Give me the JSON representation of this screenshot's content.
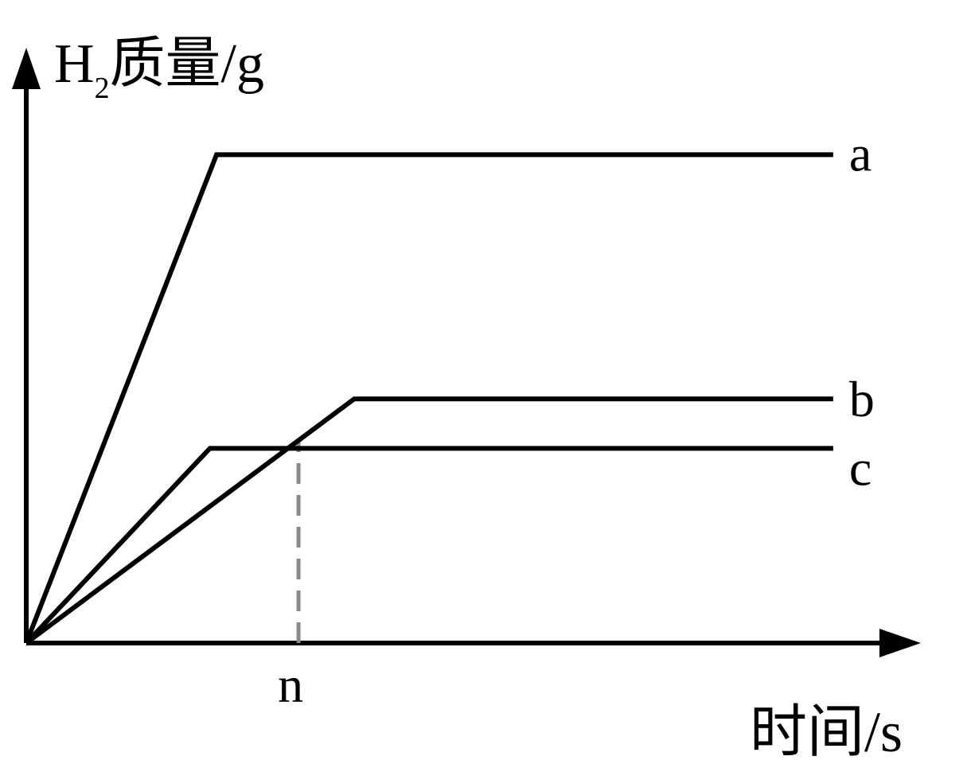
{
  "chart_data": {
    "type": "line",
    "ylabel": {
      "main": "H",
      "sub": "2",
      "rest": "质量/g"
    },
    "xlabel": "时间/s",
    "x_ticks": [
      {
        "label": "n",
        "x": 0.415
      }
    ],
    "xlim": [
      0,
      1.4
    ],
    "ylim": [
      0,
      1.0
    ],
    "series": [
      {
        "name": "a",
        "x": [
          0,
          0.29,
          1.23
        ],
        "y": [
          0,
          0.8,
          0.8
        ]
      },
      {
        "name": "b",
        "x": [
          0,
          0.5,
          1.23
        ],
        "y": [
          0,
          0.4,
          0.4
        ]
      },
      {
        "name": "c",
        "x": [
          0,
          0.28,
          1.23
        ],
        "y": [
          0,
          0.319,
          0.319
        ]
      }
    ],
    "reference_lines": [
      {
        "type": "vertical",
        "x": 0.415,
        "y_top": 0.332,
        "style": "dashed",
        "color": "#8a8a8a"
      }
    ],
    "colors": {
      "series": "#000000",
      "axis": "#000000",
      "guide": "#8a8a8a"
    },
    "grid": false,
    "legend": "none"
  }
}
